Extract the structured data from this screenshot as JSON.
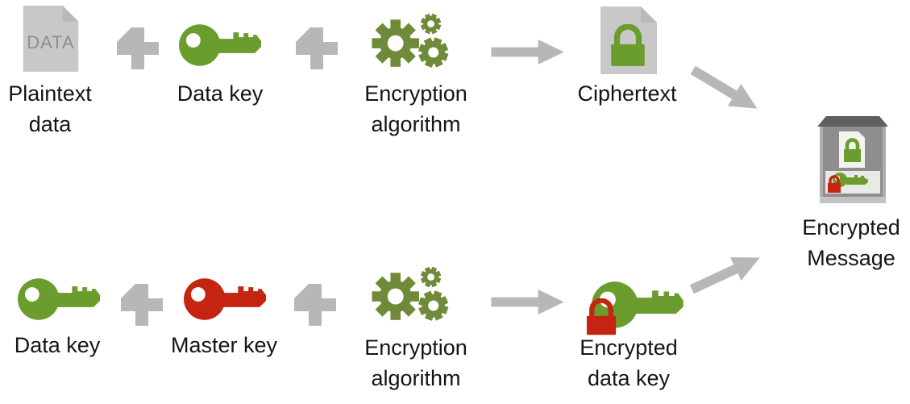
{
  "figure": {
    "type": "envelope-encryption-diagram",
    "background": "#ffffff",
    "colors": {
      "key_green": "#6b9c2e",
      "gear_green": "#6f8b3a",
      "lock_red": "#c42410",
      "connector_gray": "#b7b7b7",
      "document_gray": "#c8c8c8",
      "document_text_gray": "#8e8e8e",
      "box_lid_gray": "#5f5f5f",
      "box_body_gray": "#8e8e8e",
      "label_text": "#151515"
    },
    "top_row": {
      "plaintext_data": {
        "label": "Plaintext\ndata",
        "document_text": "DATA",
        "icon": "document-icon"
      },
      "plus_1": {
        "icon": "plus-icon"
      },
      "data_key": {
        "label": "Data key",
        "icon": "key-icon",
        "color": "#6b9c2e"
      },
      "plus_2": {
        "icon": "plus-icon"
      },
      "encryption_algorithm": {
        "label": "Encryption\nalgorithm",
        "icon": "gears-icon"
      },
      "arrow": {
        "icon": "arrow-right-icon"
      },
      "ciphertext": {
        "label": "Ciphertext",
        "icon": "locked-document-icon"
      },
      "arrow_to_message": {
        "icon": "arrow-down-right-icon"
      }
    },
    "bottom_row": {
      "data_key": {
        "label": "Data key",
        "icon": "key-icon",
        "color": "#6b9c2e"
      },
      "plus_1": {
        "icon": "plus-icon"
      },
      "master_key": {
        "label": "Master key",
        "icon": "key-icon",
        "color": "#c42410"
      },
      "plus_2": {
        "icon": "plus-icon"
      },
      "encryption_algorithm": {
        "label": "Encryption\nalgorithm",
        "icon": "gears-icon"
      },
      "arrow": {
        "icon": "arrow-right-icon"
      },
      "encrypted_data_key": {
        "label": "Encrypted\ndata key",
        "icon": "locked-key-icon"
      },
      "arrow_to_message": {
        "icon": "arrow-up-right-icon"
      }
    },
    "encrypted_message": {
      "label": "Encrypted\nMessage",
      "icon": "message-container-icon"
    }
  }
}
